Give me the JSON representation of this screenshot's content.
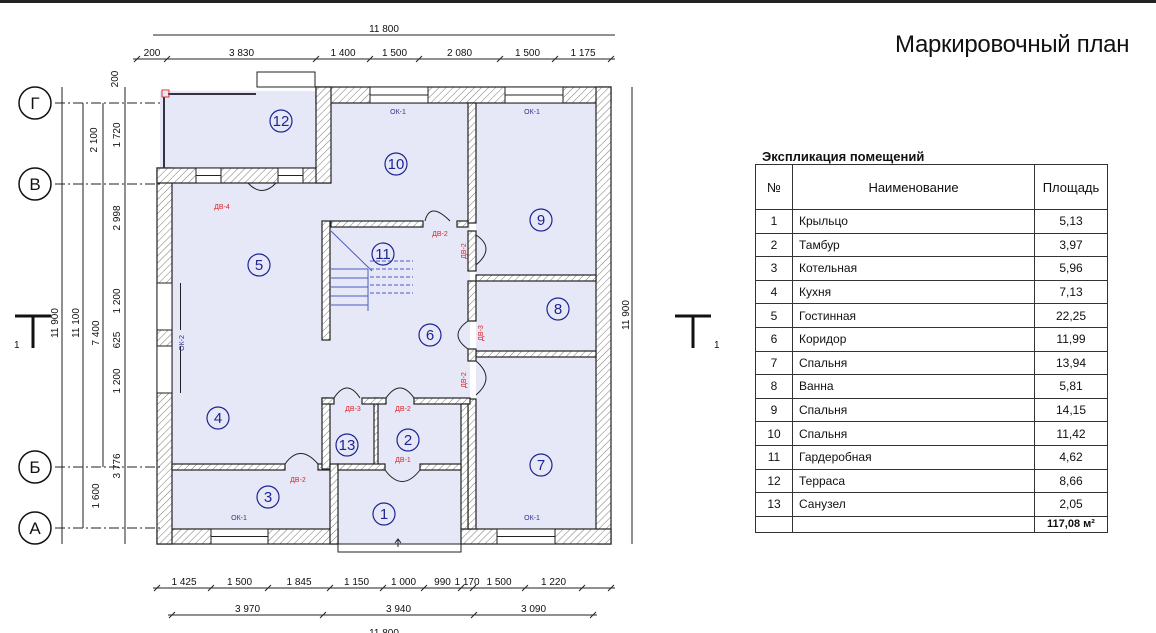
{
  "title": "Маркировочный план",
  "axes": [
    "Г",
    "В",
    "Б",
    "А"
  ],
  "section_mark": "1",
  "dims_top": {
    "total": "11 800",
    "parts": [
      "200",
      "3 830",
      "1 400",
      "1 500",
      "2 080",
      "1 500",
      "1 175"
    ]
  },
  "dims_bottom": {
    "parts": [
      "1 425",
      "1 500",
      "1 845",
      "1 150",
      "1 000",
      "990",
      "1 170",
      "1 500",
      "1 220"
    ],
    "axes": [
      "3 970",
      "3 940",
      "3 090"
    ],
    "total": "11 800"
  },
  "dims_left": [
    "11 900",
    "11 100",
    "7 400",
    "2 100",
    "1 720",
    "200",
    "2 998",
    "1 200",
    "625",
    "1 200",
    "3 776",
    "1 600"
  ],
  "dims_right": [
    "11 900"
  ],
  "windows": [
    "ОК-1",
    "ОК-1",
    "ОК-1",
    "ОК-1",
    "ОК-2"
  ],
  "doors": [
    "ДВ-4",
    "ДВ-2",
    "ДВ-2",
    "ДВ-3",
    "ДВ-2",
    "ДВ-3",
    "ДВ-2",
    "ДВ-1",
    "ДВ-2"
  ],
  "rooms_on_plan": [
    "12",
    "10",
    "9",
    "5",
    "11",
    "6",
    "8",
    "4",
    "13",
    "2",
    "7",
    "3",
    "1"
  ],
  "explication": {
    "title": "Экспликация помещений",
    "headers": [
      "№",
      "Наименование",
      "Площадь"
    ],
    "rows": [
      [
        "1",
        "Крыльцо",
        "5,13"
      ],
      [
        "2",
        "Тамбур",
        "3,97"
      ],
      [
        "3",
        "Котельная",
        "5,96"
      ],
      [
        "4",
        "Кухня",
        "7,13"
      ],
      [
        "5",
        "Гостинная",
        "22,25"
      ],
      [
        "6",
        "Коридор",
        "11,99"
      ],
      [
        "7",
        "Спальня",
        "13,94"
      ],
      [
        "8",
        "Ванна",
        "5,81"
      ],
      [
        "9",
        "Спальня",
        "14,15"
      ],
      [
        "10",
        "Спальня",
        "11,42"
      ],
      [
        "11",
        "Гардеробная",
        "4,62"
      ],
      [
        "12",
        "Терраса",
        "8,66"
      ],
      [
        "13",
        "Санузел",
        "2,05"
      ]
    ],
    "total": "117,08 м²"
  }
}
